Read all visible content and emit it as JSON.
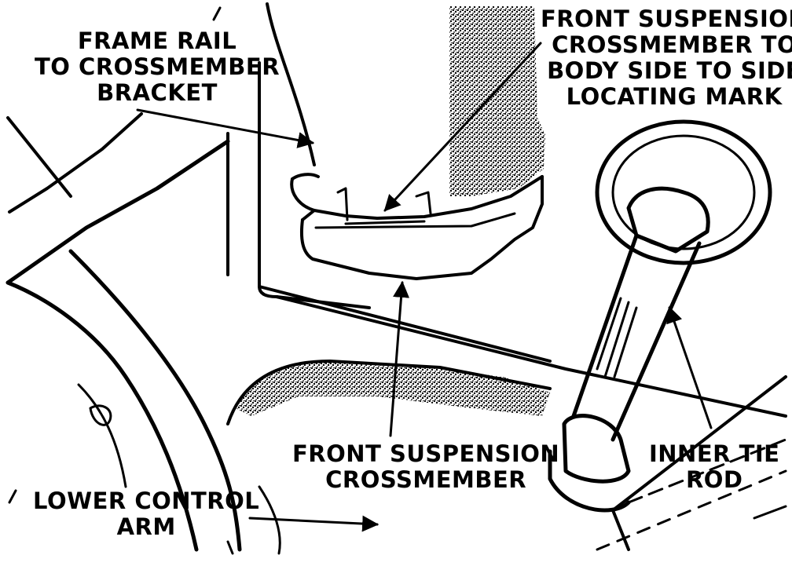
{
  "labels": {
    "frame_rail": [
      "FRAME RAIL",
      "TO CROSSMEMBER",
      "BRACKET"
    ],
    "locating_mark": [
      "FRONT SUSPENSION",
      "CROSSMEMBER TO",
      "BODY SIDE TO SIDE",
      "LOCATING MARK"
    ],
    "crossmember": [
      "FRONT SUSPENSION",
      "CROSSMEMBER"
    ],
    "lower_control_arm": [
      "LOWER CONTROL",
      "ARM"
    ],
    "inner_tie_rod": [
      "INNER TIE",
      "ROD"
    ]
  },
  "colors": {
    "ink": "#000000",
    "paper": "#ffffff"
  }
}
